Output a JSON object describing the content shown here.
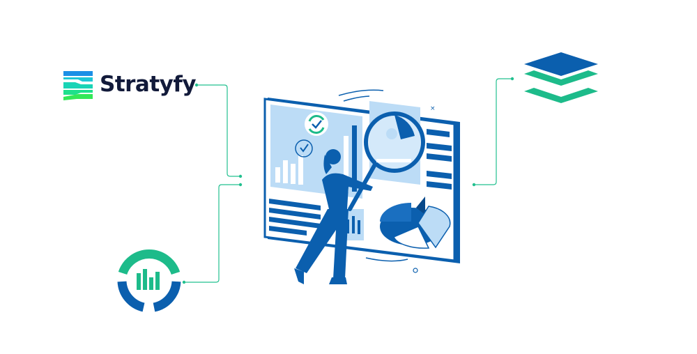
{
  "logos": {
    "stratyfy": {
      "name": "Stratyfy",
      "icon": "stratyfy-stripes-logo"
    },
    "layers": {
      "icon": "stacked-layers-icon"
    },
    "analytics": {
      "icon": "donut-bar-chart-icon"
    }
  },
  "illustration": {
    "icon": "analyst-with-magnifier-dashboard"
  },
  "colors": {
    "connector": "#22c08f",
    "dark_blue": "#0b5fae",
    "light_blue": "#bcdcf6",
    "green": "#1dbb8a",
    "text": "#121a3a"
  }
}
